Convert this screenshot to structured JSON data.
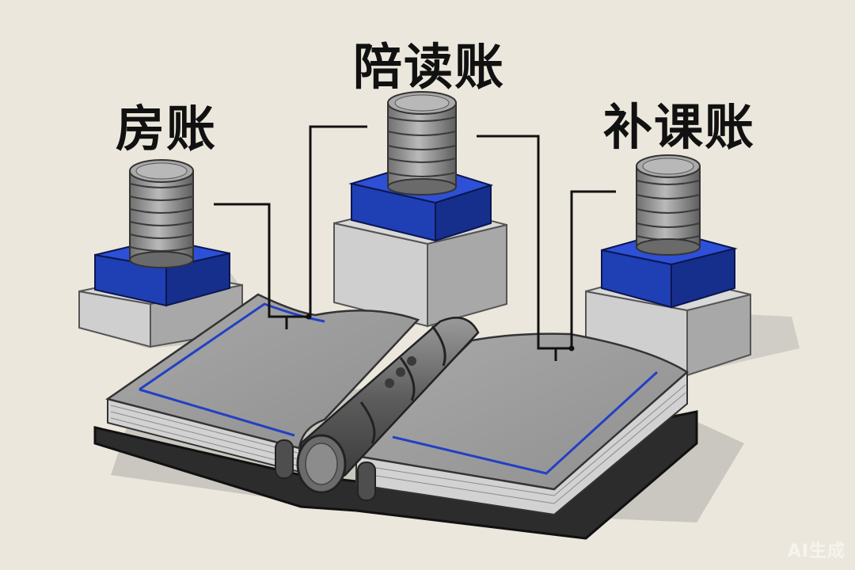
{
  "labels": {
    "left": "房账",
    "center": "陪读账",
    "right": "补课账"
  },
  "watermark": "AI生成",
  "colors": {
    "background": "#ece7dc",
    "concrete": "#bdbdbd",
    "blue_block": "#1f3fb5",
    "line": "#111111"
  }
}
